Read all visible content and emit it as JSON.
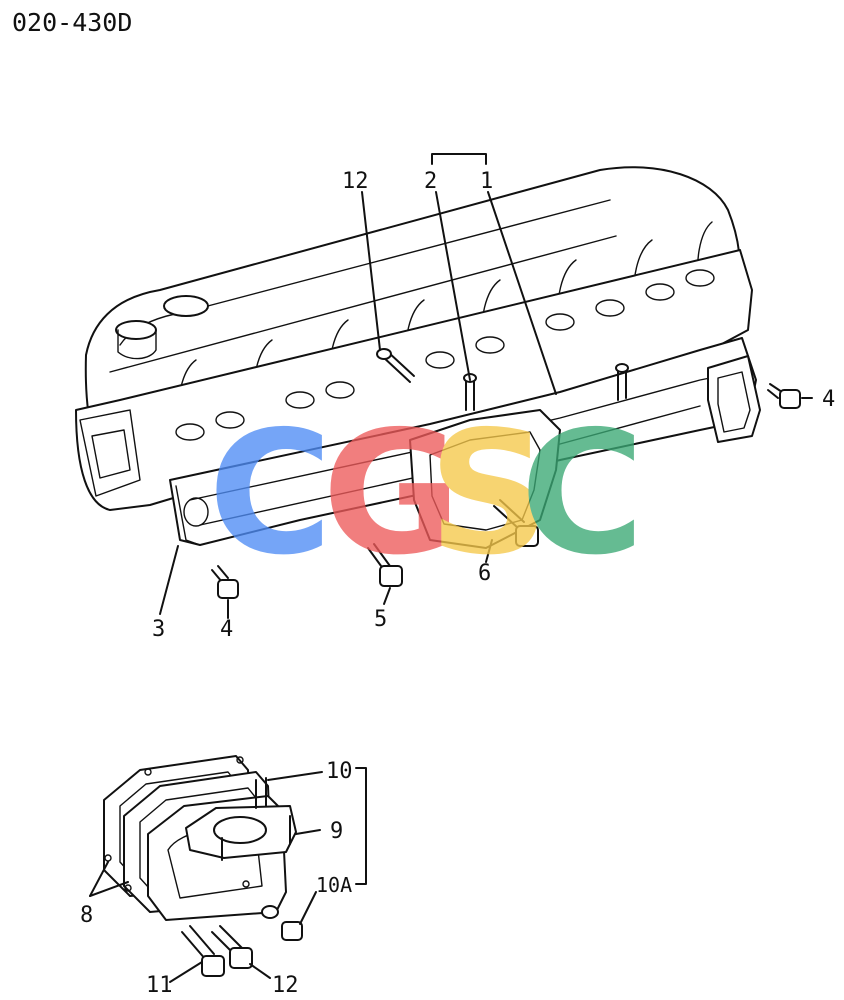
{
  "diagram_code": "020-430D",
  "watermark": {
    "letters": [
      "C",
      "G",
      "S",
      "C"
    ],
    "colors": [
      "#4f8df5",
      "#ee5a5a",
      "#f5c84a",
      "#3aa874"
    ]
  },
  "callouts": {
    "c1": "1",
    "c2": "2",
    "c3": "3",
    "c4a": "4",
    "c4b": "4",
    "c5": "5",
    "c6": "6",
    "c8": "8",
    "c9": "9",
    "c10": "10",
    "c10a": "10A",
    "c11": "11",
    "c12a": "12",
    "c12b": "12"
  }
}
